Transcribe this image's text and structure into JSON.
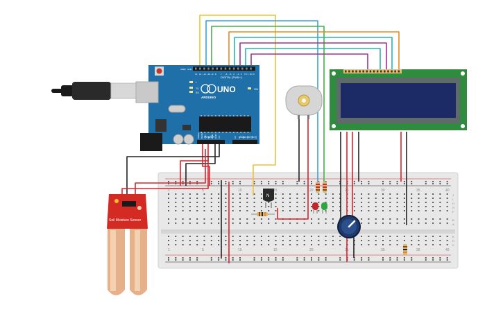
{
  "arduino": {
    "brand": "ARDUINO",
    "model": "UNO",
    "digital_label": "DIGITAL (PWM~)",
    "analog_label": "ANALOG IN",
    "power_label": "POWER",
    "on_label": "ON",
    "tx_label": "TX",
    "rx_label": "RX",
    "l_label": "L",
    "aref_label": "AREF",
    "gnd_label": "GND",
    "digital_pins": [
      "13",
      "12",
      "~11",
      "~10",
      "~9",
      "8",
      "7",
      "~6",
      "~5",
      "4",
      "~3",
      "2",
      "TX 1",
      "RX 0"
    ],
    "power_pins": [
      "IOREF",
      "RESET",
      "3.3V",
      "5V",
      "GND",
      "GND",
      "Vin"
    ],
    "analog_pins": [
      "A0",
      "A1",
      "A2",
      "A3",
      "A4",
      "A5"
    ]
  },
  "sensor": {
    "label": "Soil Moisture Sensor"
  },
  "transistor": {
    "label": "N"
  },
  "breadboard": {
    "top_numbers": [
      "1",
      "5",
      "10",
      "15",
      "20",
      "25",
      "30",
      "35",
      "40"
    ],
    "bottom_numbers": [
      "1",
      "5",
      "10",
      "15",
      "20",
      "25",
      "30",
      "35",
      "40"
    ],
    "row_letters_right": [
      "J",
      "I",
      "H",
      "G",
      "F",
      "E",
      "D",
      "C",
      "B",
      "A"
    ]
  },
  "colors": {
    "board": "#1f6fa8",
    "lcd_pcb": "#2f8c3f",
    "lcd_screen": "#1c2a66",
    "sensor": "#d42a24",
    "breadboard": "#e6e6e6",
    "wire_red": "#d8232a",
    "wire_black": "#222222",
    "wire_yellow": "#f2c12e",
    "wire_blue": "#3aa0d8",
    "wire_green": "#43b04a",
    "wire_orange": "#e58a1f",
    "wire_purple": "#a0338f",
    "wire_teal": "#2bb3b1"
  },
  "icons": [
    "usb-cable-icon",
    "dc-motor-icon",
    "potentiometer-knob-icon",
    "led-red-icon",
    "led-green-icon",
    "resistor-icon",
    "transistor-icon"
  ]
}
